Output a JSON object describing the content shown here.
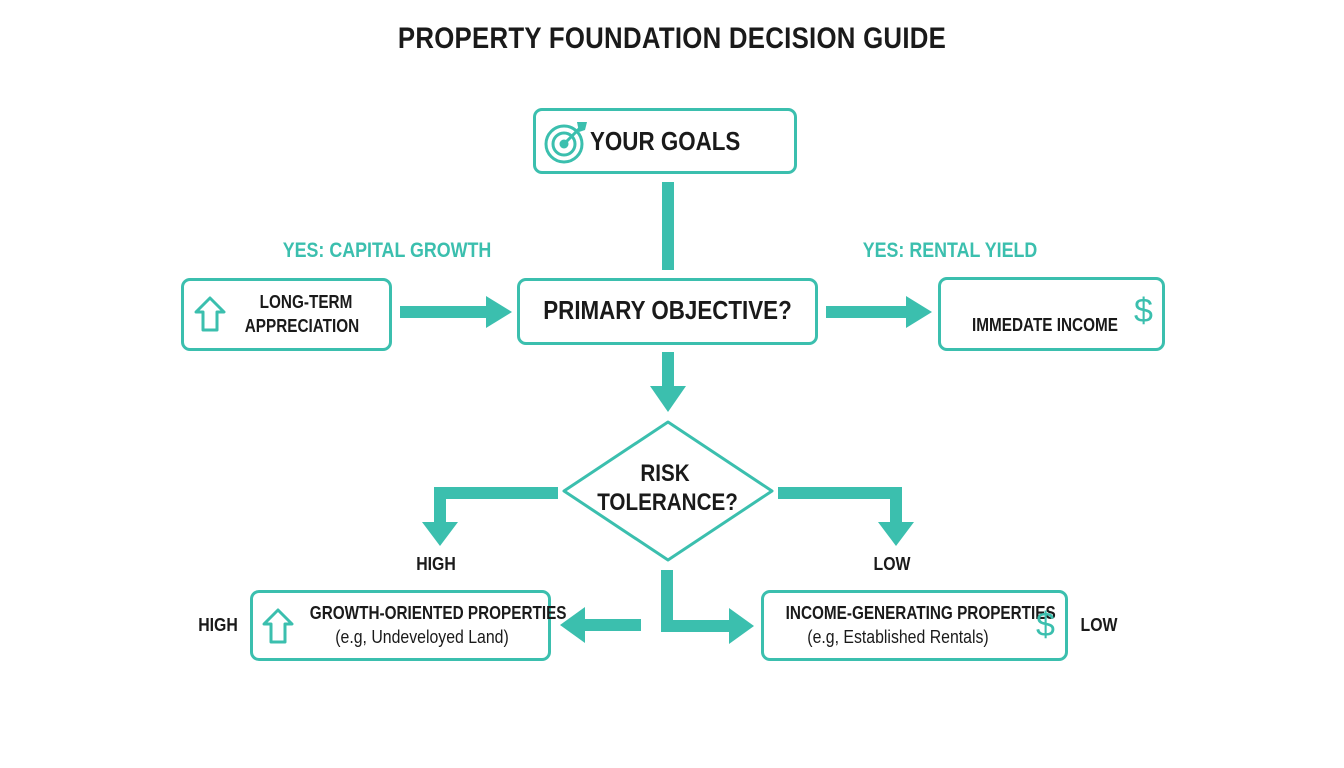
{
  "title": "PROPERTY FOUNDATION DECISION GUIDE",
  "goals": {
    "label": "YOUR GOALS",
    "icon": "target-icon"
  },
  "primary": {
    "label": "PRIMARY OBJECTIVE?"
  },
  "left_branch": {
    "label": "YES: CAPITAL GROWTH",
    "box_line1": "LONG-TERM",
    "box_line2": "APPRECIATION",
    "icon": "up-arrow-icon"
  },
  "right_branch": {
    "label": "YES: RENTAL YIELD",
    "box_label": "IMMEDATE INCOME",
    "icon": "dollar-icon",
    "icon_glyph": "$"
  },
  "risk": {
    "line1": "RISK",
    "line2": "TOLERANCE?"
  },
  "high_label": "HIGH",
  "low_label": "LOW",
  "growth": {
    "side_label": "HIGH",
    "line1": "GROWTH-ORIENTED PROPERTIES",
    "line2": "(e.g, Undeveloyed Land)",
    "icon": "up-arrow-icon"
  },
  "income": {
    "side_label": "LOW",
    "line1": "INCOME-GENERATING PROPERTIES",
    "line2": "(e.g, Established Rentals)",
    "icon": "dollar-icon",
    "icon_glyph": "$"
  },
  "colors": {
    "accent": "#3bbfae",
    "text": "#1a1a1a",
    "background": "#ffffff"
  }
}
